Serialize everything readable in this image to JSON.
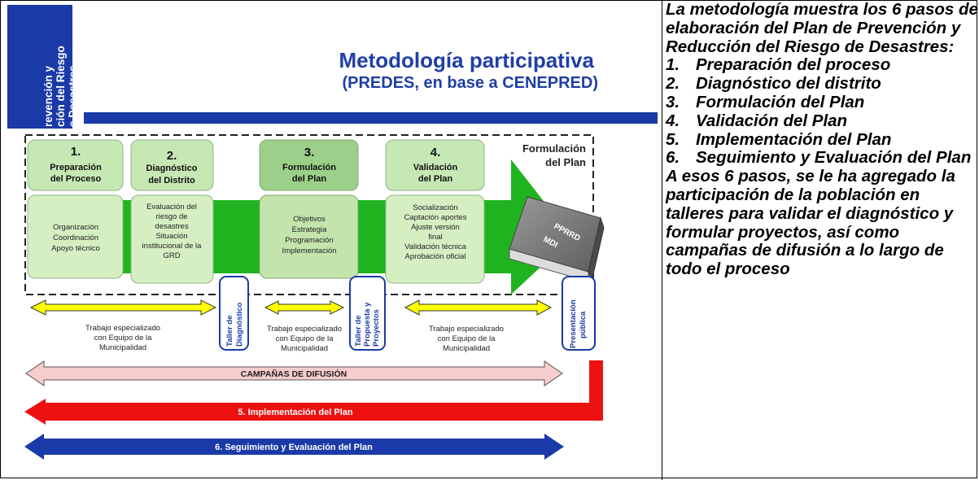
{
  "diagram": {
    "sidebar_banner": [
      "revención y",
      "ción del Riesgo",
      "e Desastres"
    ],
    "title": "Metodología participativa",
    "subtitle": "(PREDES, en base a CENEPRED)",
    "formulacion_label": [
      "Formulación",
      "del Plan"
    ],
    "steps": [
      {
        "number": "1.",
        "title": [
          "Preparación",
          "del Proceso"
        ],
        "details": [
          "Organización",
          "Coordinación",
          "Apoyo técnico"
        ]
      },
      {
        "number": "2.",
        "title": [
          "Diagnóstico",
          "del Distrito"
        ],
        "details": [
          "Evaluación del",
          "riesgo de",
          "desastres",
          "Situación",
          "institucional de la",
          "GRD"
        ]
      },
      {
        "number": "3.",
        "title": [
          "Formulación",
          "del Plan"
        ],
        "details": [
          "Objetivos",
          "Estrategia",
          "Programación",
          "Implementación"
        ]
      },
      {
        "number": "4.",
        "title": [
          "Validación",
          "del Plan"
        ],
        "details": [
          "Socialización",
          "Captación aportes",
          "Ajuste versión",
          "final",
          "Validación técnica",
          "Aprobación oficial"
        ]
      }
    ],
    "book": {
      "line1": "PPRRD",
      "line2": "MDI"
    },
    "workshops": [
      [
        "Taller de",
        "Diagnóstico"
      ],
      [
        "Taller de",
        "Propuesta y",
        "Proyectos"
      ],
      [
        "Presentación",
        "pública"
      ]
    ],
    "specialized_work": [
      "Trabajo especializado",
      "con Equipo de la",
      "Municipalidad"
    ],
    "phases": {
      "campaigns": "CAMPAÑAS DE DIFUSIÓN",
      "implementation": "5. Implementación del Plan",
      "monitoring": "6. Seguimiento y Evaluación del Plan"
    },
    "colors": {
      "blue": "#1a3aa8",
      "green": "#1fb31f",
      "step_header": "#b7e0a2",
      "step_body": "#d5efc3",
      "yellow": "#ffff00",
      "pink": "#f6cccc",
      "red": "#ee1111"
    }
  },
  "description": {
    "intro": "La metodología muestra los 6 pasos de elaboración del Plan de Prevención y Reducción del Riesgo de Desastres:",
    "steps": [
      {
        "num": "1.",
        "text": "Preparación del proceso"
      },
      {
        "num": "2.",
        "text": "Diagnóstico del distrito"
      },
      {
        "num": "3.",
        "text": "Formulación del Plan"
      },
      {
        "num": "4.",
        "text": "Validación del Plan"
      },
      {
        "num": "5.",
        "text": "Implementación del Plan"
      },
      {
        "num": "6.",
        "text": "Seguimiento y Evaluación del Plan"
      }
    ],
    "closing": "A esos 6 pasos, se le ha agregado la participación de la población en talleres para validar el diagnóstico y formular proyectos, así como campañas de difusión a lo largo de todo el proceso"
  }
}
